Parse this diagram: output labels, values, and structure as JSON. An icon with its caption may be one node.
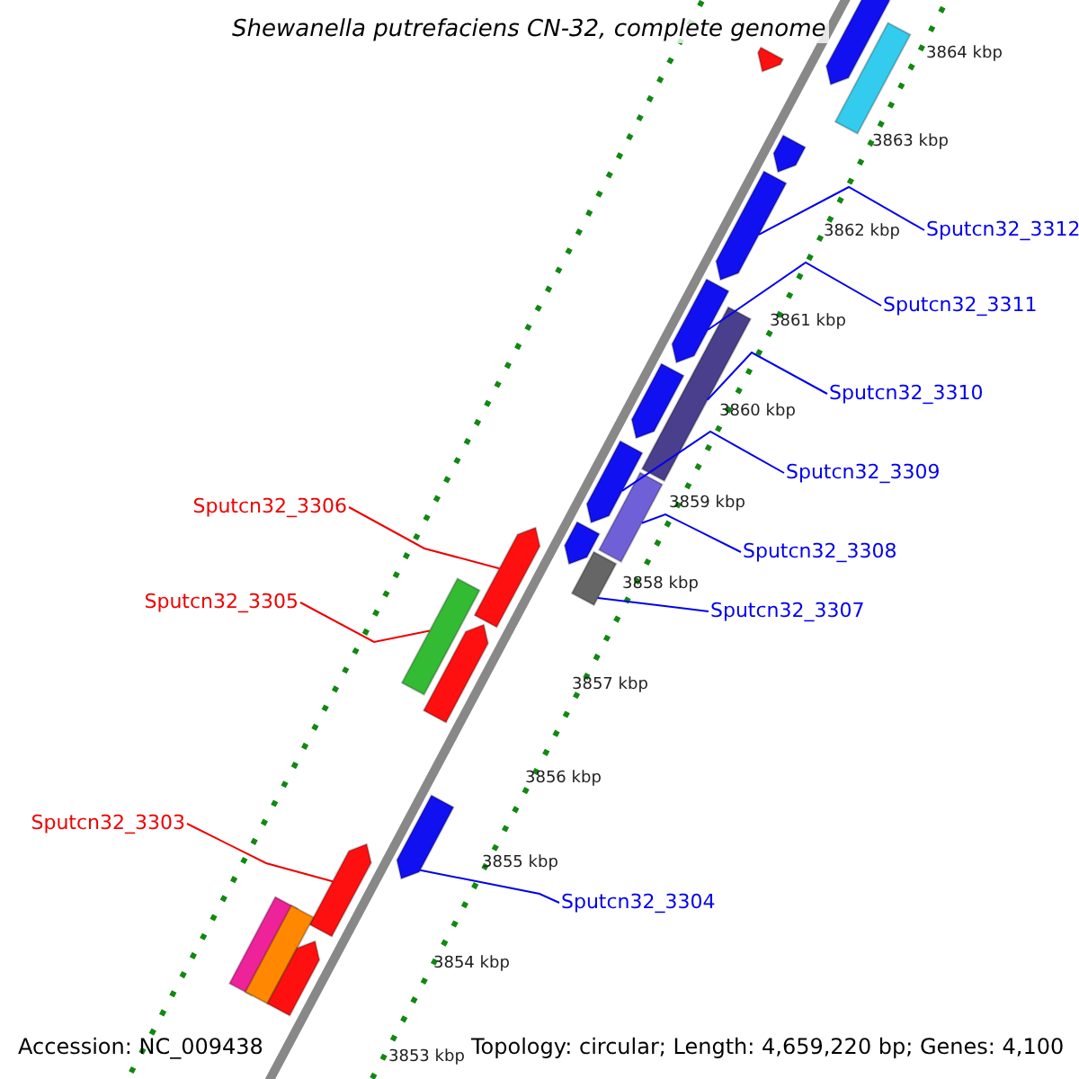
{
  "diagram": {
    "title": "Shewanella putrefaciens CN-32, complete genome",
    "nodes": [
      {
        "text": [],
        "shape": "arrow"
      },
      {
        "text": [],
        "shape": "bar"
      },
      {
        "text": [],
        "shape": "arrow"
      },
      {
        "text": [],
        "shape": "arrow"
      },
      {
        "text": [],
        "shape": "arrow"
      },
      {
        "text": [],
        "shape": "arrow"
      },
      {
        "text": [],
        "shape": "bar"
      },
      {
        "text": [],
        "shape": "arrow"
      },
      {
        "text": [],
        "shape": "arrow"
      },
      {
        "text": [],
        "shape": "bar"
      },
      {
        "text": [],
        "shape": "arrow"
      },
      {
        "text": [],
        "shape": "bar"
      },
      {
        "text": [],
        "shape": "arrow"
      },
      {
        "text": [],
        "shape": "bar"
      },
      {
        "text": [],
        "shape": "arrow"
      },
      {
        "text": [],
        "shape": "arrow"
      },
      {
        "text": [],
        "shape": "arrow"
      },
      {
        "text": [],
        "shape": "bar"
      },
      {
        "text": [],
        "shape": "bar"
      },
      {
        "text": [],
        "shape": "arrow"
      },
      {
        "text": [
          "Sputcn32_3312"
        ]
      },
      {
        "text": [
          "Sputcn32_3311"
        ]
      },
      {
        "text": [
          "Sputcn32_3310"
        ]
      },
      {
        "text": [
          "Sputcn32_3309"
        ]
      },
      {
        "text": [
          "Sputcn32_3308"
        ]
      },
      {
        "text": [
          "Sputcn32_3307"
        ]
      },
      {
        "text": [
          "Sputcn32_3306"
        ]
      },
      {
        "text": [
          "Sputcn32_3305"
        ]
      },
      {
        "text": [
          "Sputcn32_3304"
        ]
      },
      {
        "text": [
          "Sputcn32_3303"
        ]
      }
    ],
    "edges": [
      {
        "from": 20,
        "to": 4,
        "arrow": "none"
      },
      {
        "from": 21,
        "to": 5,
        "arrow": "none"
      },
      {
        "from": 22,
        "to": 6,
        "arrow": "none"
      },
      {
        "from": 23,
        "to": 8,
        "arrow": "none"
      },
      {
        "from": 24,
        "to": 9,
        "arrow": "none"
      },
      {
        "from": 25,
        "to": 11,
        "arrow": "none"
      },
      {
        "from": 26,
        "to": 12,
        "arrow": "none",
        "color": "#ee0000"
      },
      {
        "from": 27,
        "to": 13,
        "arrow": "none",
        "color": "#ee0000"
      },
      {
        "from": 28,
        "to": 15,
        "arrow": "none"
      },
      {
        "from": 29,
        "to": 16,
        "arrow": "none",
        "color": "#ee0000"
      }
    ],
    "labels": [
      "3864 kbp",
      "3863 kbp",
      "3862 kbp",
      "3861 kbp",
      "3860 kbp",
      "3859 kbp",
      "3858 kbp",
      "3857 kbp",
      "3856 kbp",
      "3855 kbp",
      "3854 kbp",
      "3853 kbp",
      "Accession: NC_009438",
      "Topology: circular; Length: 4,659,220 bp; Genes: 4,100"
    ]
  }
}
